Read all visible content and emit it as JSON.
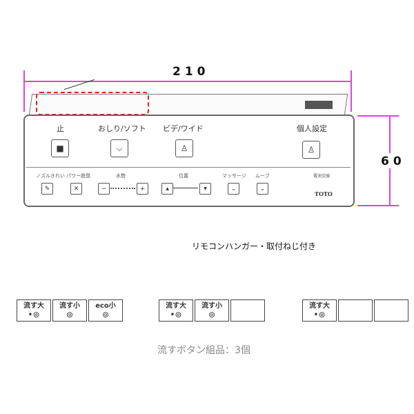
{
  "dimensions": {
    "width": "210",
    "height": "60"
  },
  "remote": {
    "stop": "止",
    "oshiri": "おしり/ソフト",
    "bidet": "ビデ/ワイド",
    "personal": "個人設定",
    "nozzle": "ノズルきれい",
    "deodor": "パワー脱臭",
    "pressure": "水勢",
    "position": "位置",
    "massage": "マッサージ",
    "move": "ムーブ",
    "battery": "電池交換",
    "brand": "TOTO",
    "minus": "−",
    "plus": "+",
    "up": "▲",
    "down": "▼"
  },
  "hanger_note": "リモコンハンガー・取付ねじ付き",
  "flush_sets": [
    [
      "流す大",
      "流す小",
      "eco小"
    ],
    [
      "流す大",
      "流す小",
      ""
    ],
    [
      "流す大",
      "",
      ""
    ]
  ],
  "flush_caption": "流すボタン組品：3個",
  "colors": {
    "dimension": "#e040e0",
    "highlight": "#e02020"
  }
}
